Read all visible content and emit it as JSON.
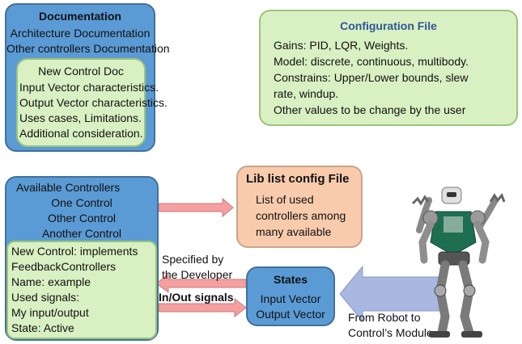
{
  "documentation": {
    "title": "Documentation",
    "items": [
      "Architecture Documentation",
      "Other controllers Documentation"
    ],
    "new_doc": {
      "title": "New Control Doc",
      "items": [
        "Input Vector characteristics.",
        "Output Vector characteristics.",
        "Uses cases, Limitations.",
        "Additional consideration."
      ]
    }
  },
  "configuration": {
    "title": "Configuration File",
    "lines": [
      "Gains: PID, LQR, Weights.",
      "Model: discrete, continuous, multibody.",
      "Constrains: Upper/Lower bounds, slew",
      "rate, windup.",
      "Other values to be change by the user"
    ]
  },
  "controllers": {
    "title": "Available Controllers",
    "items": [
      "One Control",
      "Other Control",
      "Another Control"
    ],
    "new_control": [
      "New Control: implements",
      "FeedbackControllers",
      "Name: example",
      "Used signals:",
      "My input/output",
      "State: Active"
    ]
  },
  "lib_list": {
    "title": "Lib list config File",
    "lines": [
      "List of used",
      "controllers among",
      "many available"
    ]
  },
  "states": {
    "title": "States",
    "items": [
      "Input Vector",
      "Output Vector"
    ]
  },
  "labels": {
    "specified": [
      "Specified by",
      "the Developer"
    ],
    "inout": "In/Out signals",
    "robot": [
      "From Robot to",
      "Control’s Module"
    ]
  },
  "colors": {
    "blue_box": "#5b9bd5",
    "green_box": "#d9f0c3",
    "peach_box": "#f8cbad",
    "config_title": "#2f5597",
    "arrow_pink": "#f4a0a0",
    "arrow_lavender": "#a9b8e0"
  },
  "icons": {
    "robot": "humanoid-robot-image"
  }
}
